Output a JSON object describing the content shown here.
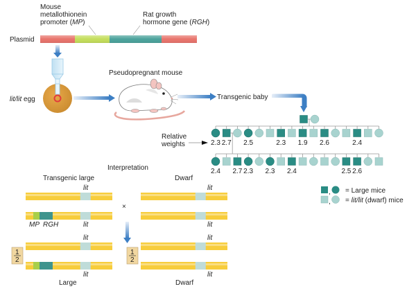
{
  "plasmid": {
    "label": "Plasmid",
    "promoter_label_lines": [
      "Mouse",
      "metallothionein",
      "promoter ("
    ],
    "promoter_abbr": "MP",
    "gene_label_lines": [
      "Rat growth",
      "hormone gene ("
    ],
    "gene_abbr": "RGH",
    "segments": [
      {
        "name": "vector",
        "color": "#e8736b"
      },
      {
        "name": "MP",
        "color": "#c3dd5a"
      },
      {
        "name": "RGH",
        "color": "#4aa29b"
      },
      {
        "name": "vector",
        "color": "#e8736b"
      }
    ]
  },
  "egg": {
    "label_italic": "lit/lit",
    "label_rest": " egg"
  },
  "mouse": {
    "label": "Pseudopregnant mouse"
  },
  "baby": {
    "label": "Transgenic baby"
  },
  "relative_weights_label": [
    "Relative",
    "weights"
  ],
  "pedigree": {
    "row1": [
      {
        "shape": "circle",
        "large": true,
        "weight": "2.3"
      },
      {
        "shape": "square",
        "large": true,
        "weight": "2.7"
      },
      {
        "shape": "circle",
        "large": false,
        "weight": ""
      },
      {
        "shape": "circle",
        "large": true,
        "weight": "2.5"
      },
      {
        "shape": "circle",
        "large": false,
        "weight": ""
      },
      {
        "shape": "square",
        "large": false,
        "weight": ""
      },
      {
        "shape": "square",
        "large": true,
        "weight": "2.3"
      },
      {
        "shape": "square",
        "large": false,
        "weight": ""
      },
      {
        "shape": "square",
        "large": true,
        "weight": "1.9"
      },
      {
        "shape": "square",
        "large": false,
        "weight": ""
      },
      {
        "shape": "square",
        "large": true,
        "weight": "2.6"
      },
      {
        "shape": "circle",
        "large": false,
        "weight": ""
      },
      {
        "shape": "square",
        "large": false,
        "weight": ""
      },
      {
        "shape": "square",
        "large": true,
        "weight": "2.4"
      },
      {
        "shape": "square",
        "large": false,
        "weight": ""
      },
      {
        "shape": "circle",
        "large": false,
        "weight": ""
      }
    ],
    "row2": [
      {
        "shape": "circle",
        "large": true,
        "weight": "2.4"
      },
      {
        "shape": "square",
        "large": false,
        "weight": ""
      },
      {
        "shape": "square",
        "large": true,
        "weight": "2.7"
      },
      {
        "shape": "circle",
        "large": true,
        "weight": "2.3"
      },
      {
        "shape": "circle",
        "large": false,
        "weight": ""
      },
      {
        "shape": "circle",
        "large": true,
        "weight": "2.3"
      },
      {
        "shape": "square",
        "large": false,
        "weight": ""
      },
      {
        "shape": "square",
        "large": true,
        "weight": "2.4"
      },
      {
        "shape": "square",
        "large": false,
        "weight": ""
      },
      {
        "shape": "circle",
        "large": false,
        "weight": ""
      },
      {
        "shape": "square",
        "large": false,
        "weight": ""
      },
      {
        "shape": "circle",
        "large": false,
        "weight": ""
      },
      {
        "shape": "square",
        "large": true,
        "weight": "2.5"
      },
      {
        "shape": "square",
        "large": true,
        "weight": "2.6"
      },
      {
        "shape": "circle",
        "large": false,
        "weight": ""
      },
      {
        "shape": "square",
        "large": false,
        "weight": ""
      }
    ]
  },
  "colors": {
    "large": "#2a8c84",
    "dwarf": "#a8d3cf",
    "chromosome": "#f7cd3c",
    "lit_band": "#bfdcd9",
    "arrow": "#3d7fc4",
    "fraction_box": "#f1d7a0"
  },
  "legend": {
    "large_text": "= Large mice",
    "dwarf_prefix": "= ",
    "dwarf_italic": "lit/lit",
    "dwarf_rest": " (dwarf) mice",
    "comma": ","
  },
  "interpretation": {
    "title": "Interpretation",
    "transgenic_large_label": "Transgenic large",
    "dwarf_label": "Dwarf",
    "lit": "lit",
    "mp": "MP",
    "rgh": "RGH",
    "cross": "×",
    "fraction_num": "1",
    "fraction_den": "2",
    "result_large": "Large",
    "result_dwarf": "Dwarf"
  }
}
